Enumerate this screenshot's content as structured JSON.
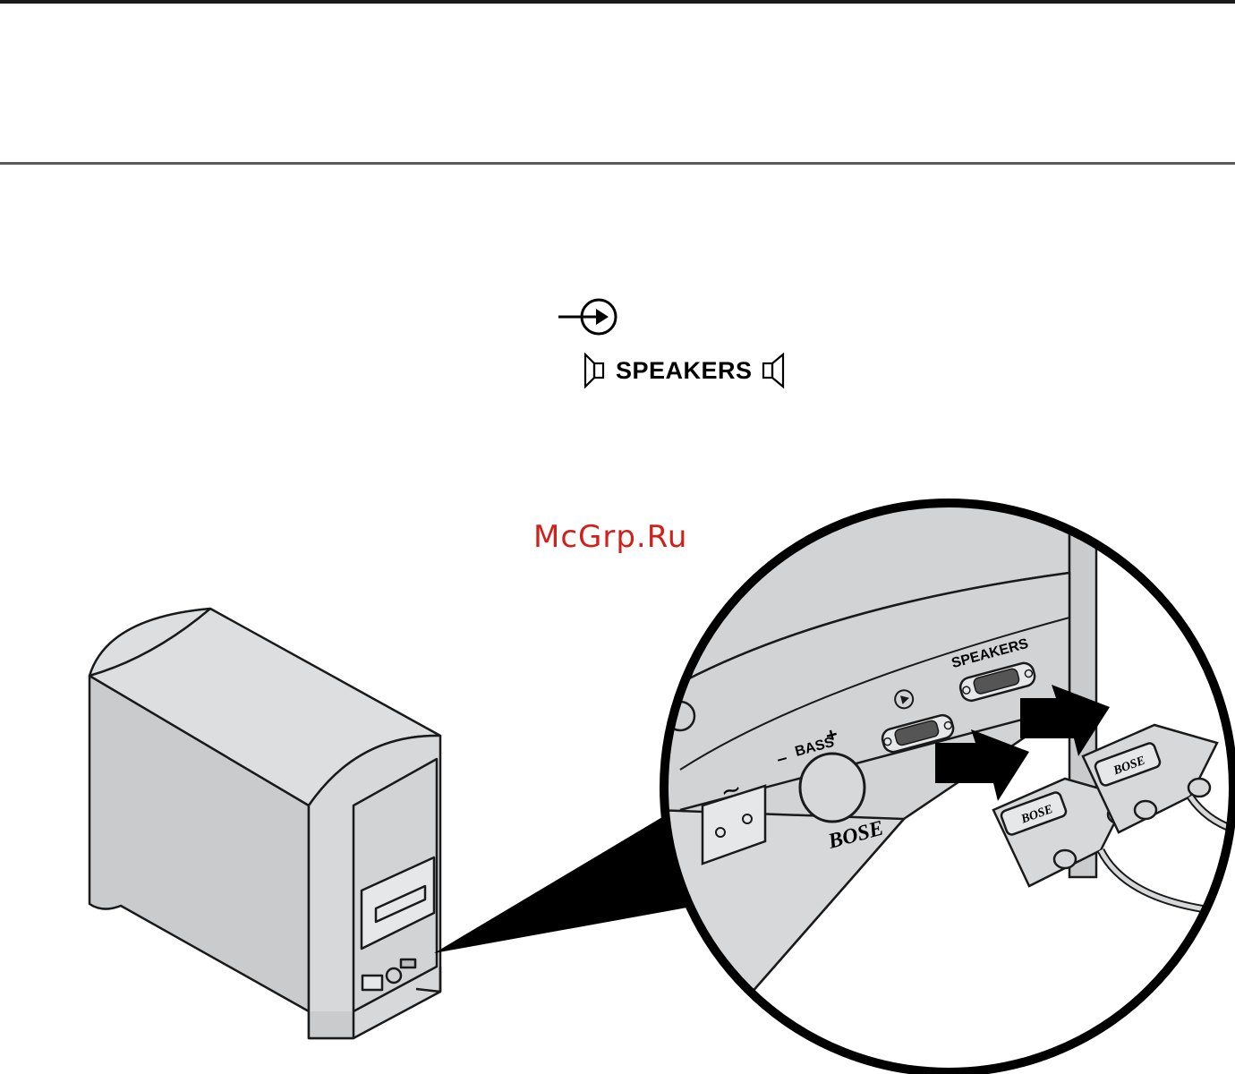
{
  "legend": {
    "input_icon": "input-arrow-icon",
    "speakers_label": "SPEAKERS",
    "left_icon": "speaker-icon",
    "right_icon": "speaker-icon"
  },
  "watermark": "McGrp.Ru",
  "panel": {
    "bass_label": "BASS",
    "bass_minus": "–",
    "bass_plus": "+",
    "speakers_label": "SPEAKERS",
    "power_symbol": "~",
    "brand": "BOSE",
    "connector_brand": "BOSE"
  },
  "colors": {
    "watermark": "#d0201a",
    "device": "#d1d3d4",
    "outline": "#1a1a1a"
  }
}
